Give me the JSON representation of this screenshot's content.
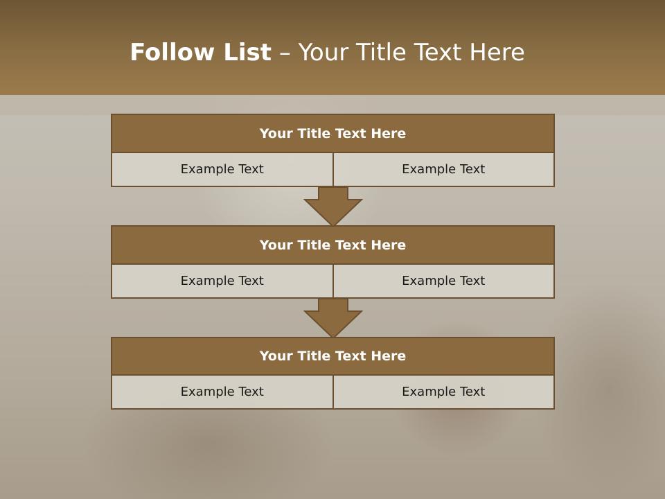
{
  "slide": {
    "title_bold": "Follow List",
    "title_rest": "– Your Title Text Here"
  },
  "blocks": [
    {
      "title": "Your Title Text Here",
      "left": "Example Text",
      "right": "Example Text"
    },
    {
      "title": "Your Title Text Here",
      "left": "Example Text",
      "right": "Example Text"
    },
    {
      "title": "Your Title Text Here",
      "left": "Example Text",
      "right": "Example Text"
    }
  ],
  "colors": {
    "header": "#8a6e44",
    "block_title_fill": "#8a6a3e",
    "border": "#6a5030",
    "cell_fill": "#d7d2c8",
    "arrow": "#8a6a3e"
  }
}
